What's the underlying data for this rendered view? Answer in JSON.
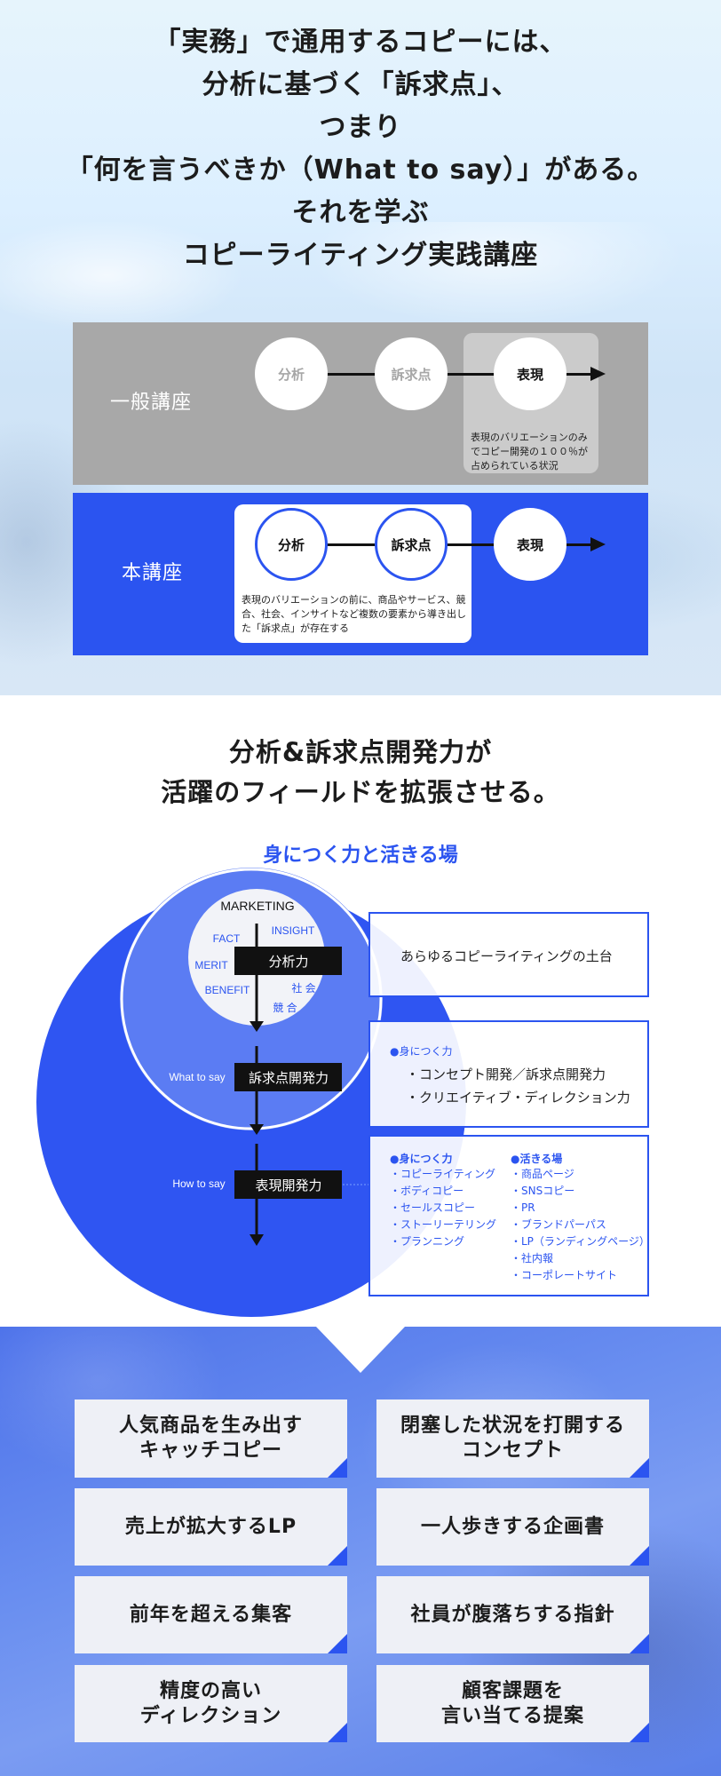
{
  "intro": {
    "headline": [
      "「実務」で通用するコピーには、",
      "分析に基づく「訴求点」、",
      "つまり",
      "「何を言うべきか（What to say）」がある。",
      "それを学ぶ",
      "コピーライティング実践講座"
    ]
  },
  "comparison": {
    "general": {
      "label": "一般講座",
      "steps": [
        "分析",
        "訴求点",
        "表現"
      ],
      "note": "表現のバリエーションのみでコピー開発の１００％が占められている状況"
    },
    "main": {
      "label": "本講座",
      "steps": [
        "分析",
        "訴求点",
        "表現"
      ],
      "note": "表現のバリエーションの前に、商品やサービス、競合、社会、インサイトなど複数の要素から導き出した「訴求点」が存在する"
    }
  },
  "skills": {
    "headline": [
      "分析&訴求点開発力が",
      "活躍のフィールドを拡張させる。"
    ],
    "subtitle": "身につく力と活きる場",
    "diagram": {
      "top_label": "MARKETING",
      "factors": [
        "FACT",
        "INSIGHT",
        "MERIT",
        "BENEFIT",
        "社 会",
        "競 合"
      ],
      "stage1": "分析力",
      "stage2": "訴求点開発力",
      "stage2_side": "What to say",
      "stage3": "表現開発力",
      "stage3_side": "How to say"
    },
    "foundation": "あらゆるコピーライティングの土台",
    "concept": {
      "key": "●身につく力",
      "items": [
        "・コンセプト開発／訴求点開発力",
        "・クリエイティブ・ディレクション力"
      ]
    },
    "expression": {
      "skills_key": "●身につく力",
      "skills": [
        "・コピーライティング",
        "・ボディコピー",
        "・セールスコピー",
        "・ストーリーテリング",
        "・プランニング"
      ],
      "fields_key": "●活きる場",
      "fields": [
        "・商品ページ",
        "・SNSコピー",
        "・PR",
        "・ブランドパーパス",
        "・LP（ランディングページ）",
        "・社内報",
        "・コーポレートサイト"
      ]
    }
  },
  "outcomes": {
    "cards": [
      "人気商品を生み出す\nキャッチコピー",
      "閉塞した状況を打開する\nコンセプト",
      "売上が拡大するLP",
      "一人歩きする企画書",
      "前年を超える集客",
      "社員が腹落ちする指針",
      "精度の高い\nディレクション",
      "顧客課題を\n言い当てる提案"
    ]
  },
  "colors": {
    "accent": "#2b54f0",
    "gray_panel": "#a8a8a8"
  }
}
